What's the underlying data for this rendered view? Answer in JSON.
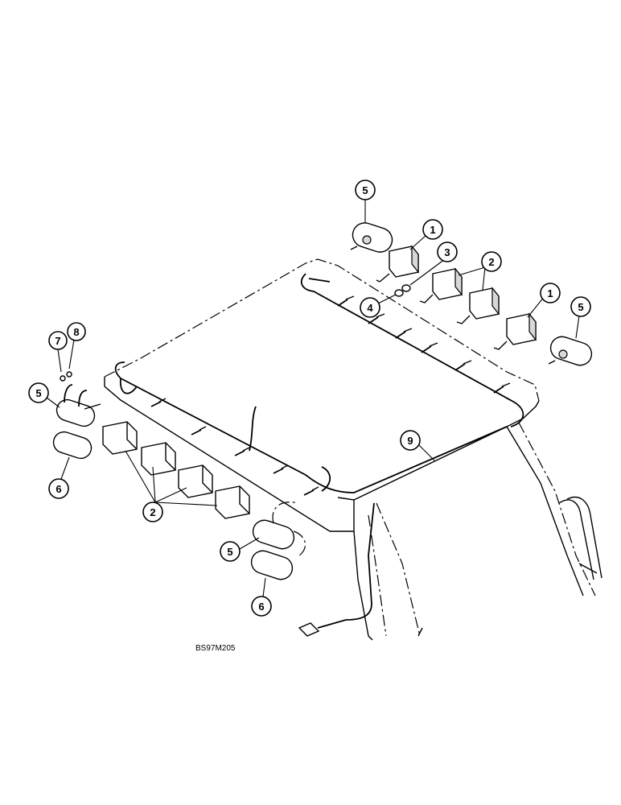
{
  "figure_code": "BS97M205",
  "callouts": {
    "c1a": "1",
    "c1b": "1",
    "c2a": "2",
    "c2b": "2",
    "c3": "3",
    "c4": "4",
    "c5a": "5",
    "c5b": "5",
    "c5c": "5",
    "c5d": "5",
    "c6a": "6",
    "c6b": "6",
    "c7": "7",
    "c8": "8",
    "c9": "9"
  }
}
